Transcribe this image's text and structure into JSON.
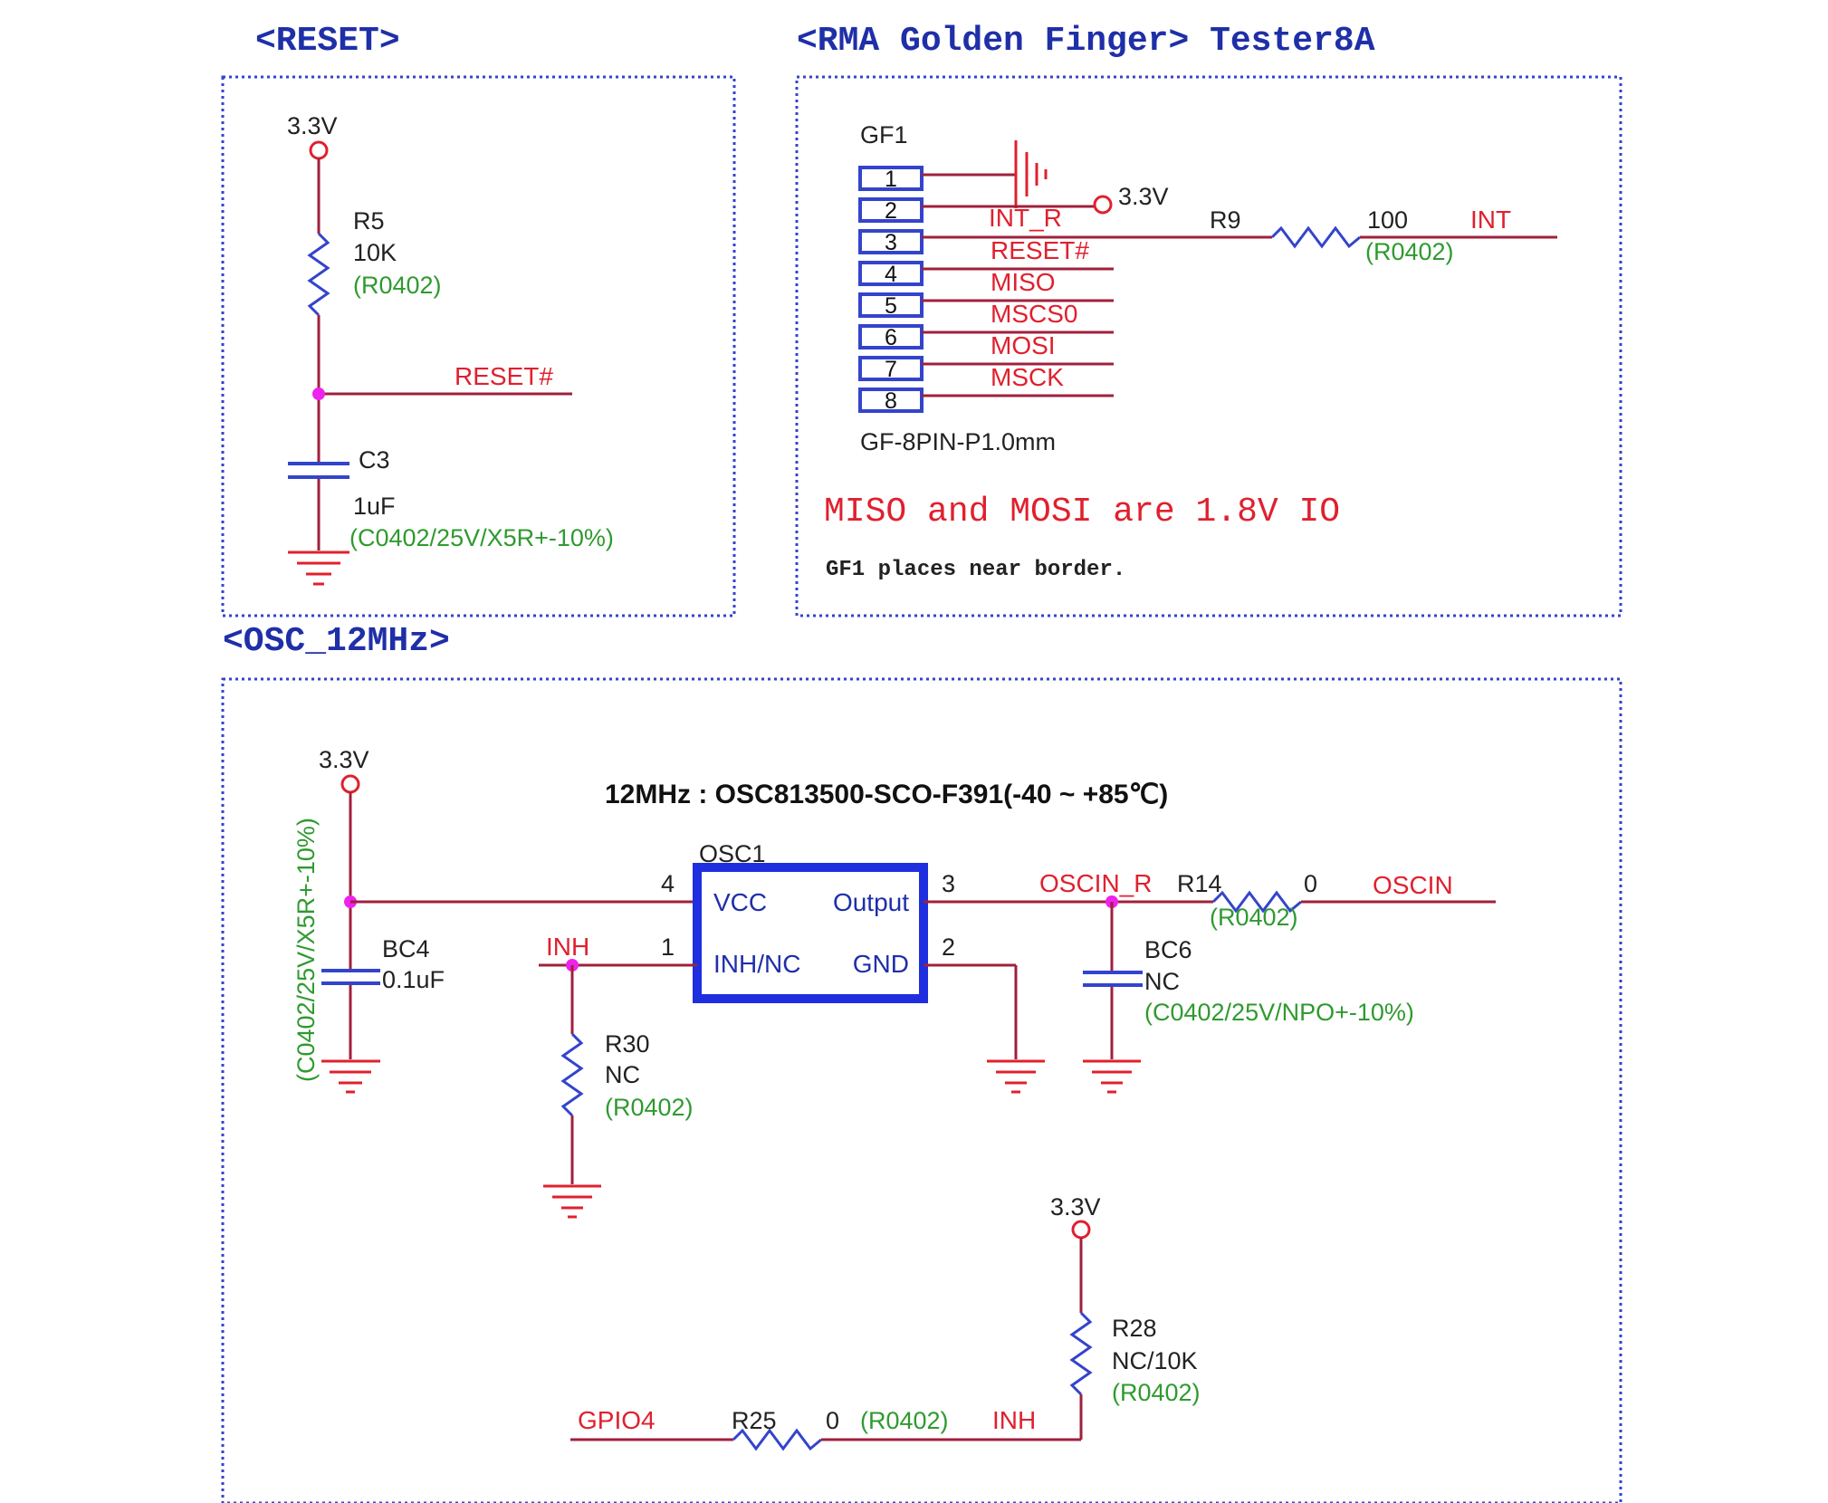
{
  "sections": {
    "reset": {
      "title": "<RESET>",
      "power": "3.3V",
      "r5": {
        "ref": "R5",
        "value": "10K",
        "package": "(R0402)"
      },
      "net": "RESET#",
      "c3": {
        "ref": "C3",
        "value": "1uF",
        "package": "(C0402/25V/X5R+-10%)"
      }
    },
    "rma": {
      "title": "<RMA Golden Finger> Tester8A",
      "connector_ref": "GF1",
      "connector_pins": [
        "1",
        "2",
        "3",
        "4",
        "5",
        "6",
        "7",
        "8"
      ],
      "connector_footprint": "GF-8PIN-P1.0mm",
      "power": "3.3V",
      "nets": {
        "int_r": "INT_R",
        "reset": "RESET#",
        "miso": "MISO",
        "mscs0": "MSCS0",
        "mosi": "MOSI",
        "msck": "MSCK",
        "int": "INT"
      },
      "r9": {
        "ref": "R9",
        "value": "100",
        "package": "(R0402)"
      },
      "note_voltage": "MISO and MOSI are 1.8V IO",
      "note_placement": "GF1 places near border."
    },
    "osc": {
      "title": "<OSC_12MHz>",
      "part_line": "12MHz : OSC813500-SCO-F391(-40 ~ +85℃)",
      "power_left": "3.3V",
      "bc4": {
        "ref": "BC4",
        "value": "0.1uF",
        "package": "(C0402/25V/X5R+-10%)"
      },
      "osc1": {
        "ref": "OSC1",
        "pins": {
          "vcc": "VCC",
          "output": "Output",
          "inh": "INH/NC",
          "gnd": "GND"
        },
        "pin_numbers": {
          "vcc": "4",
          "output": "3",
          "inh": "1",
          "gnd": "2"
        }
      },
      "nets": {
        "inh": "INH",
        "oscin_r": "OSCIN_R",
        "oscin": "OSCIN",
        "gpio4": "GPIO4",
        "inh_bottom": "INH"
      },
      "r14": {
        "ref": "R14",
        "value": "0",
        "package": "(R0402)"
      },
      "bc6": {
        "ref": "BC6",
        "value": "NC",
        "package": "(C0402/25V/NPO+-10%)"
      },
      "r30": {
        "ref": "R30",
        "value": "NC",
        "package": "(R0402)"
      },
      "power_bottom": "3.3V",
      "r28": {
        "ref": "R28",
        "value": "NC/10K",
        "package": "(R0402)"
      },
      "r25": {
        "ref": "R25",
        "value": "0",
        "package": "(R0402)"
      }
    }
  },
  "colors": {
    "wire": "#a0203c",
    "net_label": "#e0202e",
    "package": "#2f9a2f",
    "symbol": "#3344cc",
    "junction": "#ee22ee"
  }
}
